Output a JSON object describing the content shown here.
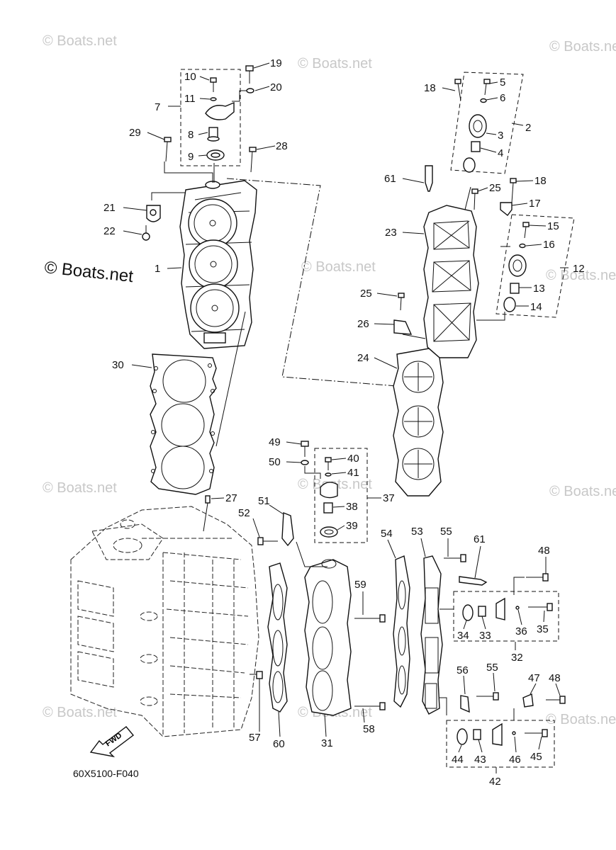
{
  "watermarks": [
    {
      "id": "wm1",
      "text": "© Boats.net"
    },
    {
      "id": "wm2",
      "text": "© Boats.net"
    },
    {
      "id": "wm3",
      "text": "© Boats.net"
    },
    {
      "id": "wm4",
      "text": "© Boats.net"
    },
    {
      "id": "wm5",
      "text": "© Boats.net"
    },
    {
      "id": "wm6",
      "text": "© Boats.net"
    },
    {
      "id": "wm7",
      "text": "© Boats.net"
    },
    {
      "id": "wm8",
      "text": "© Boats.net"
    },
    {
      "id": "wm9",
      "text": "© Boats.net"
    },
    {
      "id": "wm10",
      "text": "© Boats.net"
    },
    {
      "id": "wm11",
      "text": "© Boats.net"
    }
  ],
  "brand_watermark": "© Boats.net",
  "drawing_code": "60X5100-F040",
  "fwd_label": "FWD",
  "callouts": {
    "c1": "1",
    "c2": "2",
    "c3": "3",
    "c4": "4",
    "c5": "5",
    "c6": "6",
    "c7": "7",
    "c8": "8",
    "c9": "9",
    "c10": "10",
    "c11": "11",
    "c12": "12",
    "c13": "13",
    "c14": "14",
    "c15": "15",
    "c16": "16",
    "c17": "17",
    "c18a": "18",
    "c18b": "18",
    "c19": "19",
    "c20": "20",
    "c21": "21",
    "c22": "22",
    "c23": "23",
    "c24": "24",
    "c25a": "25",
    "c25b": "25",
    "c26": "26",
    "c27": "27",
    "c28": "28",
    "c29": "29",
    "c30": "30",
    "c31": "31",
    "c32": "32",
    "c33": "33",
    "c34": "34",
    "c35": "35",
    "c36": "36",
    "c37": "37",
    "c38": "38",
    "c39": "39",
    "c40": "40",
    "c41": "41",
    "c42": "42",
    "c43": "43",
    "c44": "44",
    "c45": "45",
    "c46": "46",
    "c47": "47",
    "c48a": "48",
    "c48b": "48",
    "c49": "49",
    "c50": "50",
    "c51": "51",
    "c52": "52",
    "c53": "53",
    "c54": "54",
    "c55a": "55",
    "c55b": "55",
    "c56": "56",
    "c57": "57",
    "c58": "58",
    "c59": "59",
    "c60": "60",
    "c61a": "61",
    "c61b": "61"
  }
}
